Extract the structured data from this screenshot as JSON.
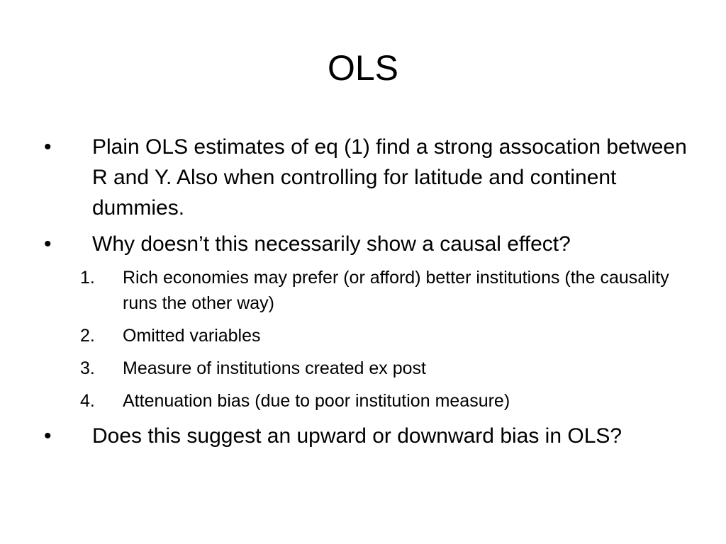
{
  "slide": {
    "title": "OLS",
    "bullet_marker": "•",
    "bullets": [
      "Plain OLS estimates of eq (1) find a strong assocation between R and Y. Also when controlling for latitude and continent dummies.",
      "Why doesn’t this necessarily show a causal effect?",
      "Does this suggest an upward or downward bias in OLS?"
    ],
    "subitems": [
      {
        "num": "1.",
        "text": "Rich economies may prefer (or afford) better institutions (the causality runs the other way)"
      },
      {
        "num": "2.",
        "text": "Omitted variables"
      },
      {
        "num": "3.",
        "text": "Measure of institutions created ex post"
      },
      {
        "num": "4.",
        "text": "Attenuation bias (due to poor institution measure)"
      }
    ]
  }
}
